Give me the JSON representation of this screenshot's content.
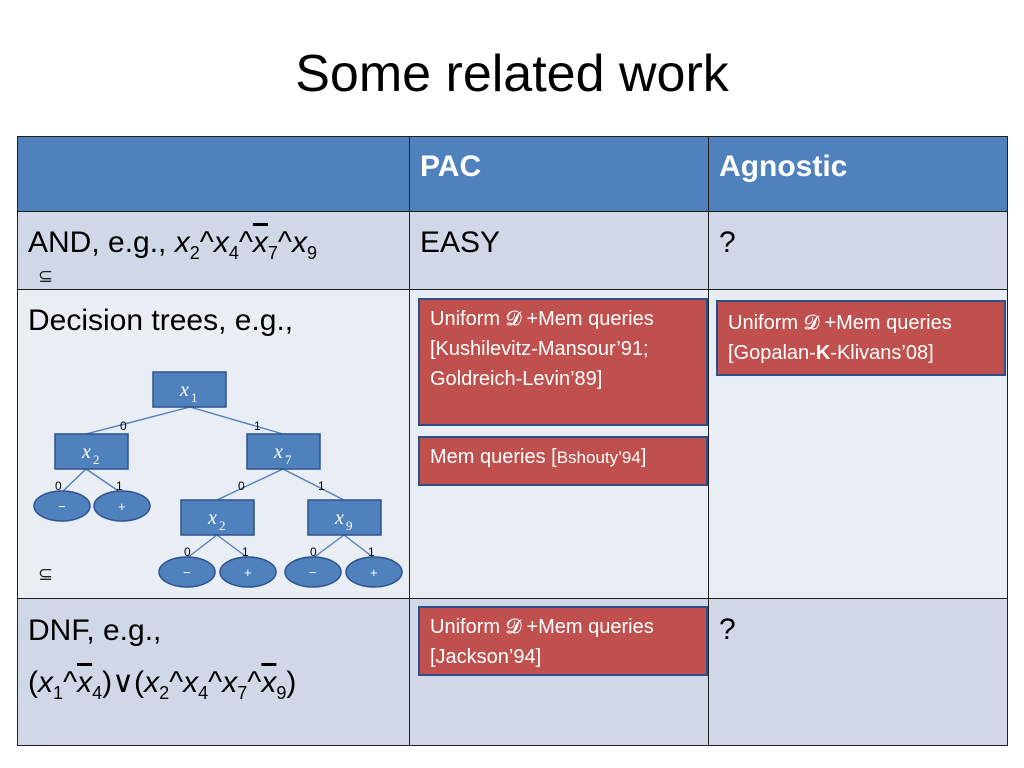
{
  "slide": {
    "title": "Some related work"
  },
  "table": {
    "headers": [
      "",
      "PAC",
      "Agnostic"
    ],
    "rows": [
      {
        "label_prefix": "AND, e.g., ",
        "pac": "EASY",
        "agnostic": "?"
      },
      {
        "label": "Decision trees, e.g.,",
        "pac": "",
        "agnostic": ""
      },
      {
        "label_line1": "DNF, e.g.,",
        "pac": "",
        "agnostic": "?"
      }
    ]
  },
  "subset_symbol": "⊆",
  "boxes": {
    "dt_pac_uniform": {
      "line1": "Uniform 𝓓 +Mem queries",
      "line2": "[Kushilevitz-Mansour’91;",
      "line3": "Goldreich-Levin’89]"
    },
    "dt_pac_bshouty": {
      "text_a": "Mem queries [",
      "text_b": "Bshouty’94",
      "text_c": "]"
    },
    "dt_agnostic": {
      "line1": "Uniform 𝓓 +Mem queries",
      "line2_a": "[Gopalan-",
      "line2_b": "K",
      "line2_c": "-Klivans’08]"
    },
    "dnf_pac": {
      "line1": "Uniform 𝓓 +Mem queries",
      "line2": "[Jackson’94]"
    }
  },
  "tree": {
    "edge_labels": {
      "zero": "0",
      "one": "1"
    },
    "leaf_labels": {
      "minus": "−",
      "plus": "+"
    },
    "nodes": [
      {
        "var": "x",
        "sub": "1"
      },
      {
        "var": "x",
        "sub": "2"
      },
      {
        "var": "x",
        "sub": "7"
      },
      {
        "var": "x",
        "sub": "2"
      },
      {
        "var": "x",
        "sub": "9"
      }
    ]
  },
  "colors": {
    "header_blue": "#4f81bd",
    "row_light": "#d0d8e8",
    "row_lighter": "#e9edf4",
    "box_red": "#c0504d"
  }
}
